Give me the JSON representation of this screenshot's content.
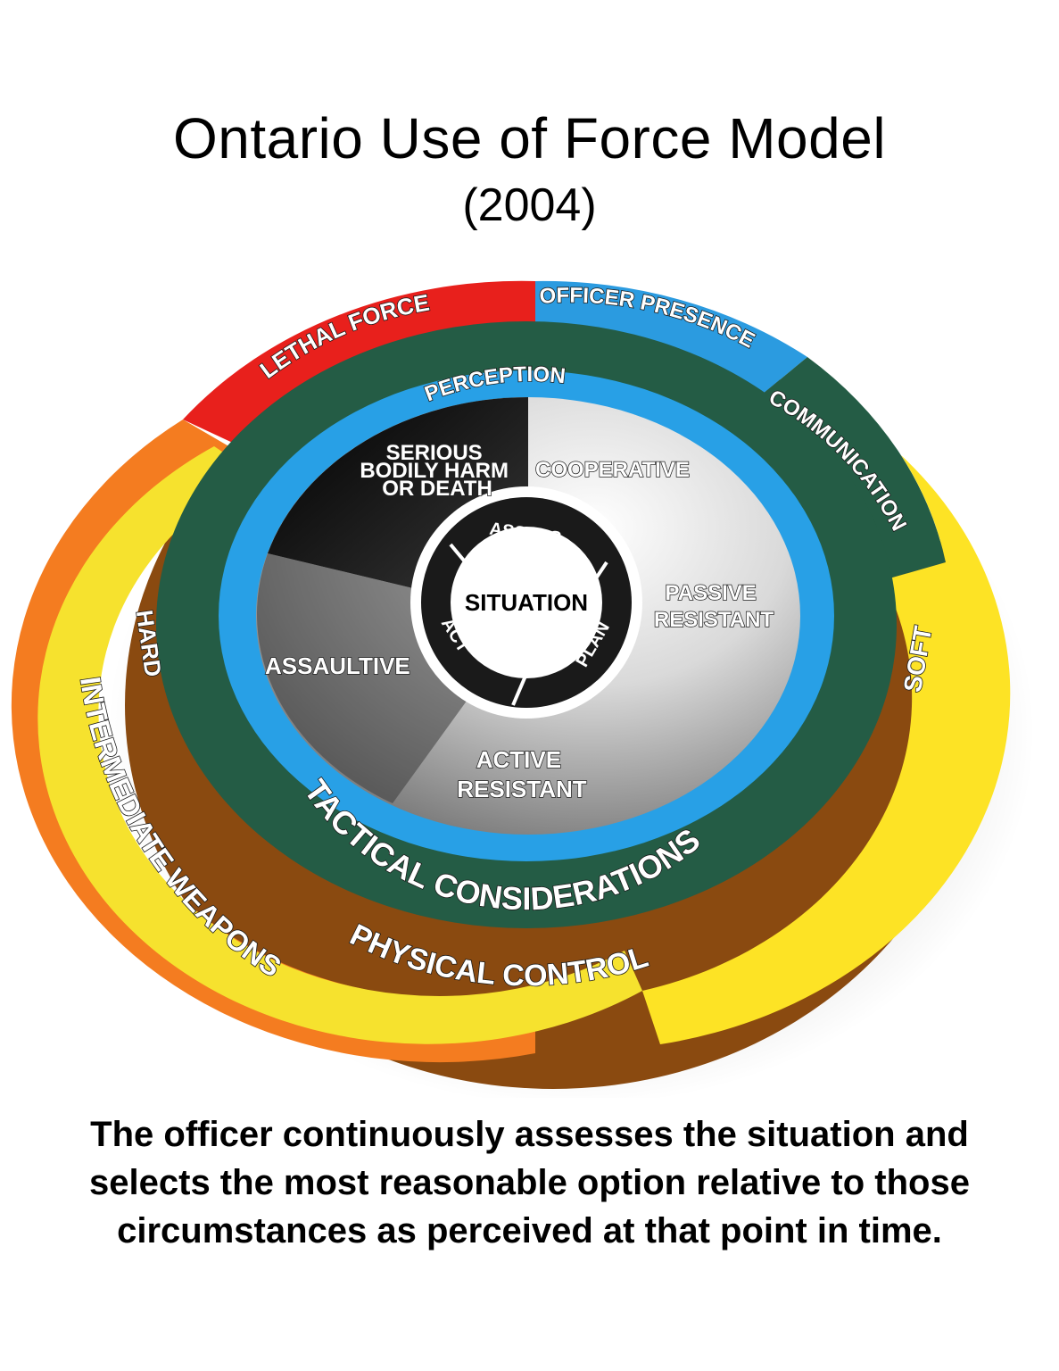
{
  "title": "Ontario Use of Force Model",
  "subtitle": "(2004)",
  "caption_lines": [
    "The officer continuously assesses the situation and",
    "selects the most reasonable option relative to those",
    "circumstances as perceived at that point in time."
  ],
  "outer_ring": {
    "lethal_force": "LETHAL FORCE",
    "officer_presence": "OFFICER PRESENCE",
    "communication": "COMMUNICATION",
    "soft": "SOFT",
    "physical_control": "PHYSICAL CONTROL",
    "hard": "HARD",
    "intermediate_weapons": "INTERMEDIATE WEAPONS"
  },
  "middle_ring": {
    "perception": "PERCEPTION",
    "tactical_considerations": "TACTICAL CONSIDERATIONS"
  },
  "behaviours": {
    "serious_bodily_harm": [
      "SERIOUS",
      "BODILY HARM",
      "OR DEATH"
    ],
    "cooperative": "COOPERATIVE",
    "passive_resistant": [
      "PASSIVE",
      "RESISTANT"
    ],
    "active_resistant": [
      "ACTIVE",
      "RESISTANT"
    ],
    "assaultive": "ASSAULTIVE"
  },
  "cycle": {
    "center": "SITUATION",
    "assess": "ASSESS",
    "plan": "PLAN",
    "act": "ACT"
  },
  "colors": {
    "lethal": "#e8201c",
    "officer_presence": "#2b9be0",
    "communication": "#245c45",
    "soft_yellow": "#fde325",
    "hard_yellow": "#f6e22e",
    "intermediate": "#f47c20",
    "perception_blue": "#28a0e6"
  }
}
